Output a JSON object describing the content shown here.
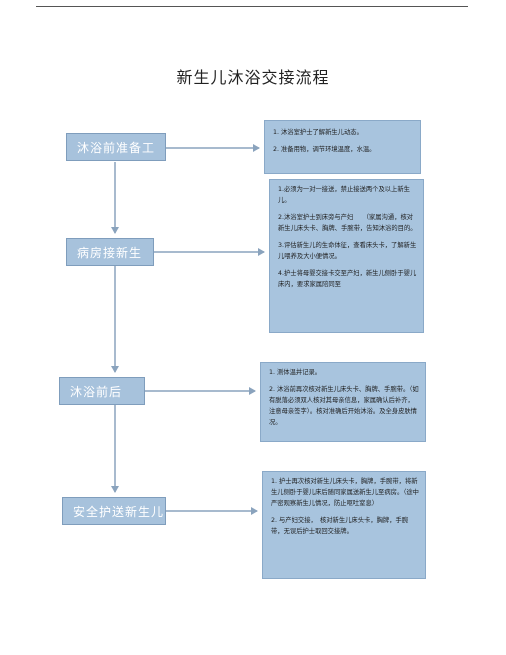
{
  "title": "新生儿沐浴交接流程",
  "stages": [
    {
      "label": "沐浴前准备工作",
      "details": [
        "1. 沐浴室护士了解新生儿动态。",
        "2. 准备用物，调节环境温度，水温。"
      ]
    },
    {
      "label": "病房接新生儿",
      "details": [
        "1.必须为一对一接送，禁止接送两个及以上新生儿。",
        "2.沐浴室护士到床旁与产妇　　（家属沟通，核对新生儿床头卡、胸牌、手腕带，告知沐浴的目的。",
        "3.评估新生儿的生命体征，查看床头卡，了解新生儿喂养及大小便情况。",
        "4.护士将母婴交接卡交至产妇，新生儿侧卧于婴儿床内，要求家属陪同至"
      ]
    },
    {
      "label": "沐浴前后",
      "details": [
        "1. 测体温并记录。",
        "2. 沐浴前再次核对新生儿床头卡、胸牌、手腕带。（如有脱落必须双人核对其母亲信息，家属确认后补齐，注意母亲签字）。核对准确后开始沐浴。及全身皮肤情况。"
      ]
    },
    {
      "label": "安全护送新生儿",
      "details": [
        "1. 护士再次核对新生儿床头卡，胸牌，手腕带，将新生儿侧卧于婴儿床后随同家属送新生儿至病房。（途中严密观察新生儿情况，防止呕吐窒息）",
        "2. 与产妇交接，　核对新生儿床头卡，胸牌，手腕带，无误后护士取回交接牌。"
      ]
    }
  ],
  "colors": {
    "stage_fill": "#a7c2dc",
    "detail_fill": "#a8c4de",
    "connector": "#8aa3bd"
  }
}
